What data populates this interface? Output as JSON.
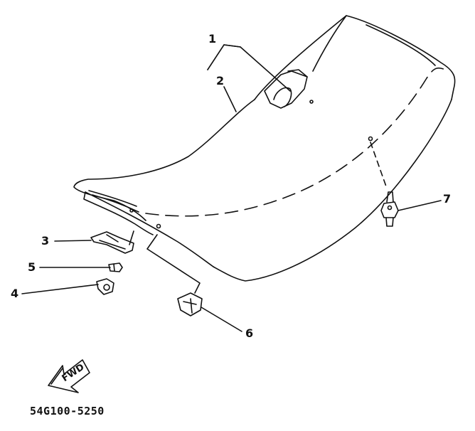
{
  "diagram": {
    "callouts": {
      "c1": "1",
      "c2": "2",
      "c3": "3",
      "c4": "4",
      "c5": "5",
      "c6": "6",
      "c7": "7"
    },
    "fwd_label": "FWD",
    "part_number": "54G100-5250",
    "line_color": "#111111"
  }
}
